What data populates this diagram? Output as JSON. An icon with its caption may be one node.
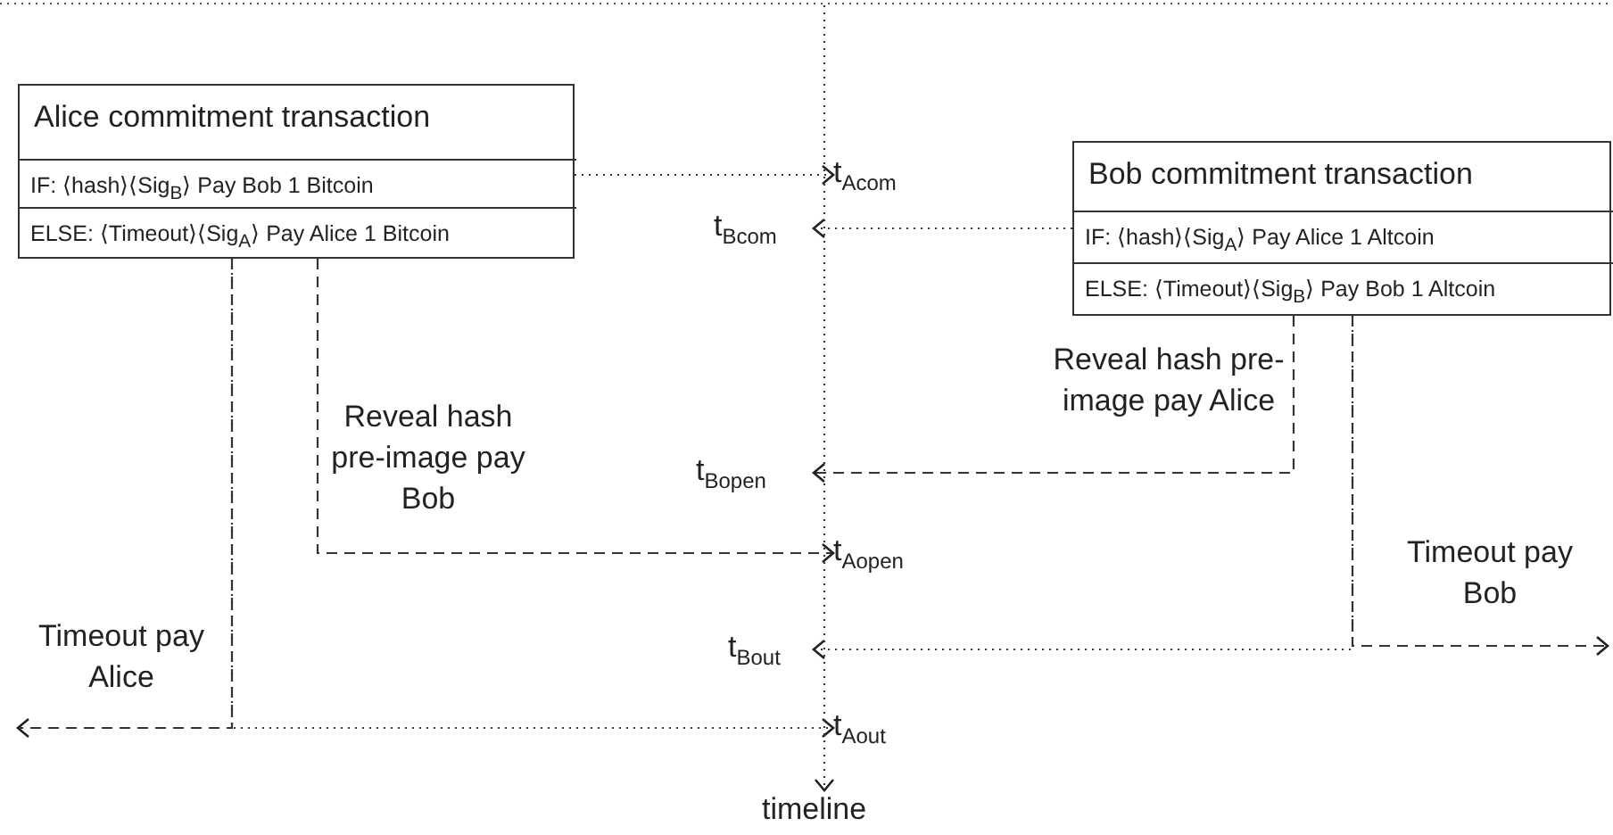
{
  "diagram": {
    "nodes": [
      {
        "text": [
          "Alice commitment transaction"
        ]
      },
      {
        "text": [
          "IF: ⟨hash⟩⟨Sig$_{B}$⟩ Pay Bob 1 Bitcoin"
        ],
        "in": 0
      },
      {
        "text": [
          "ELSE: ⟨Timeout⟩⟨Sig$_{A}$⟩ Pay Alice 1 Bitcoin"
        ],
        "in": 0
      },
      {
        "text": [
          "Bob commitment transaction"
        ]
      },
      {
        "text": [
          "IF: ⟨hash⟩⟨Sig$_{A}$⟩ Pay Alice 1 Altcoin"
        ],
        "in": 3
      },
      {
        "text": [
          "ELSE: ⟨Timeout⟩⟨Sig$_{B}$⟩ Pay Bob 1 Altcoin"
        ],
        "in": 3
      },
      {
        "text": [
          "t$_{Acom}$"
        ]
      },
      {
        "text": [
          "t$_{Bcom}$"
        ]
      },
      {
        "text": [
          "t$_{Bopen}$"
        ]
      },
      {
        "text": [
          "t$_{Aopen}$"
        ]
      },
      {
        "text": [
          "t$_{Bout}$"
        ]
      },
      {
        "text": [
          "t$_{Aout}$"
        ]
      },
      {
        "text": [
          "timeline"
        ]
      }
    ],
    "edges": [
      {
        "from": 1,
        "to": 6,
        "arrow": "to"
      },
      {
        "from": 4,
        "to": 7,
        "arrow": "to"
      },
      {
        "from": 2,
        "to": 9,
        "arrow": "to",
        "style": "dashed",
        "label": "Reveal hash pre-image pay Bob"
      },
      {
        "from": 2,
        "to": null,
        "arrow": "to",
        "style": "dashed",
        "label": "Timeout pay Alice"
      },
      {
        "from": 2,
        "to": 11,
        "arrow": "to"
      },
      {
        "from": 5,
        "to": 8,
        "arrow": "to",
        "style": "dashed",
        "label": "Reveal hash pre-image pay Alice"
      },
      {
        "from": 5,
        "to": null,
        "arrow": "to",
        "style": "dashed",
        "label": "Timeout pay Bob"
      },
      {
        "from": 5,
        "to": 10,
        "arrow": "to"
      },
      {
        "from": null,
        "to": 12,
        "arrow": "to"
      }
    ]
  }
}
